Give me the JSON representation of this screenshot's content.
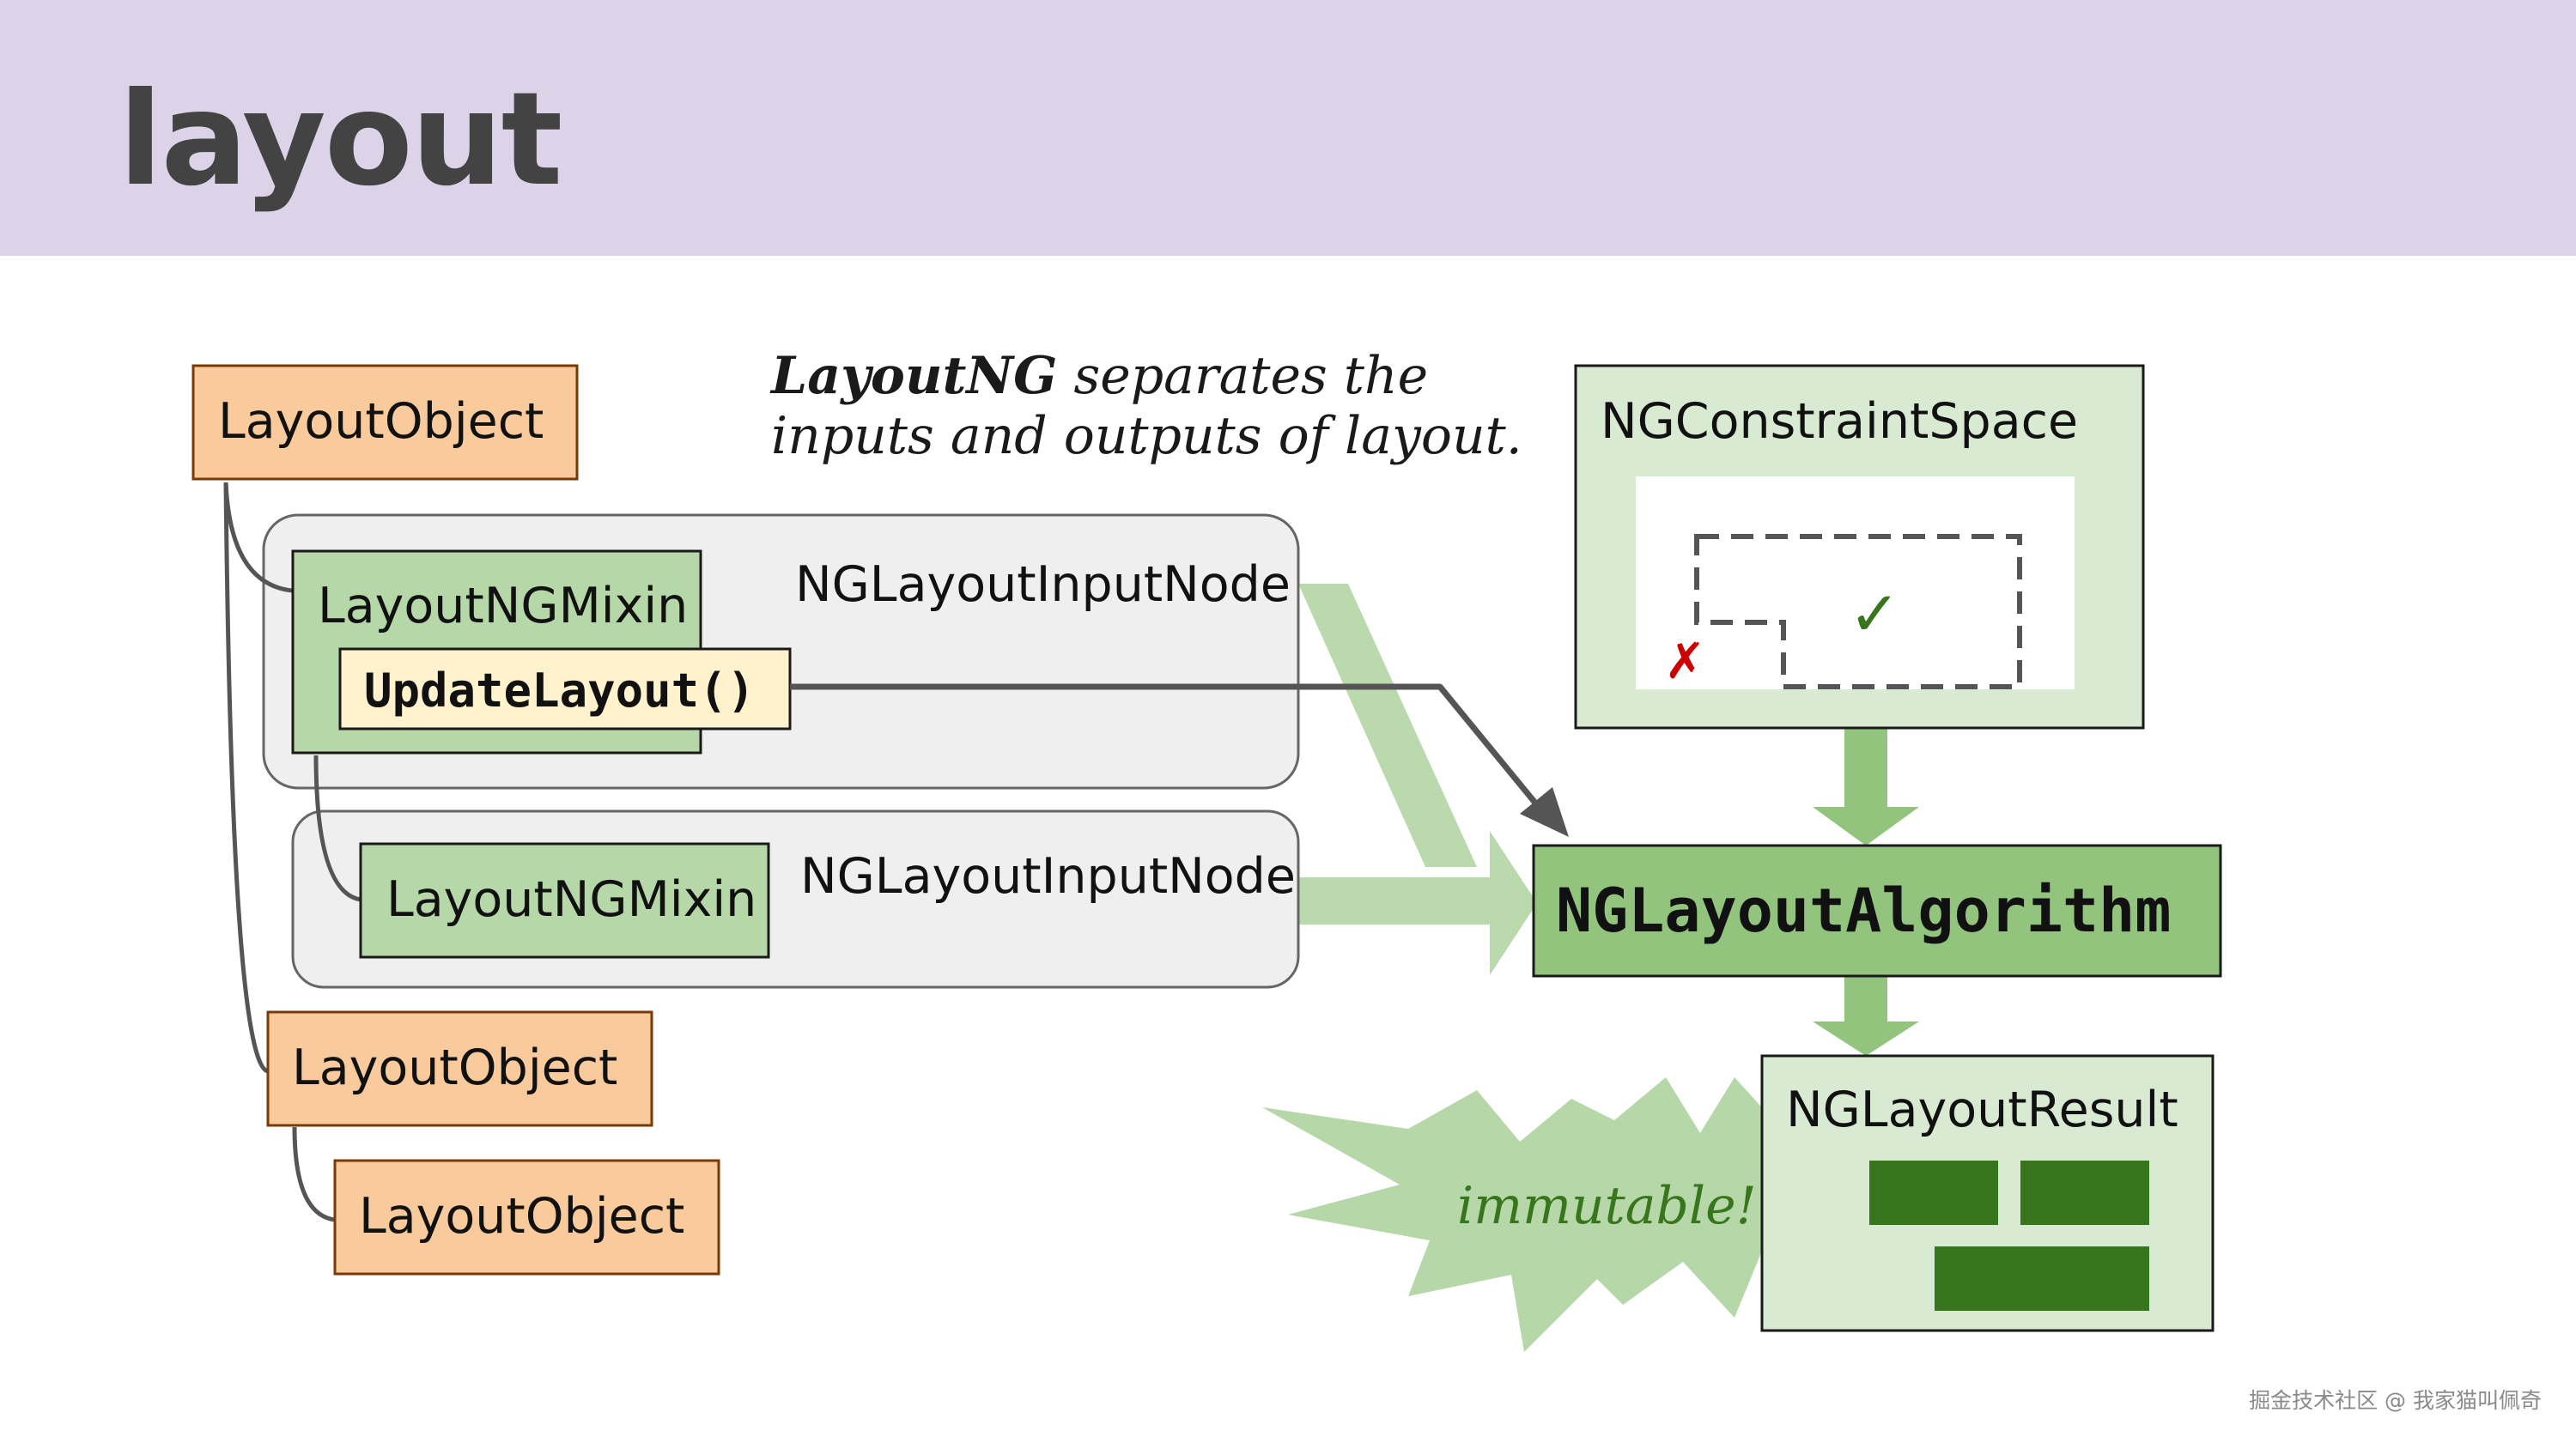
{
  "slide": {
    "title": "layout"
  },
  "caption": {
    "bold_part": "LayoutNG",
    "line1_rest": " separates the",
    "line2": "inputs and outputs of layout."
  },
  "tree": {
    "layout_object_1": "LayoutObject",
    "layout_object_2": "LayoutObject",
    "layout_object_3": "LayoutObject",
    "mixin_1": "LayoutNGMixin",
    "mixin_2": "LayoutNGMixin",
    "update_layout": "UpdateLayout()",
    "input_node_1": "NGLayoutInputNode",
    "input_node_2": "NGLayoutInputNode"
  },
  "constraint_space": {
    "title": "NGConstraintSpace",
    "check_mark": "✓",
    "cross_mark": "✗"
  },
  "algorithm": {
    "label": "NGLayoutAlgorithm"
  },
  "result": {
    "title": "NGLayoutResult",
    "burst_label": "immutable!"
  },
  "watermark": "掘金技术社区 @ 我家猫叫佩奇",
  "colors": {
    "title_bar": "#dcd3e8",
    "layout_object_fill": "#f9cb9c",
    "layout_object_border": "#7a3a05",
    "mixin_fill": "#b6d7a8",
    "update_layout_fill": "#fff2cc",
    "input_node_fill": "#efefef",
    "constraint_fill": "#d9ead3",
    "algorithm_fill": "#93c47d",
    "arrow_green": "#a9d08e",
    "dark_green": "#38761d",
    "cross_red": "#cc0000"
  }
}
